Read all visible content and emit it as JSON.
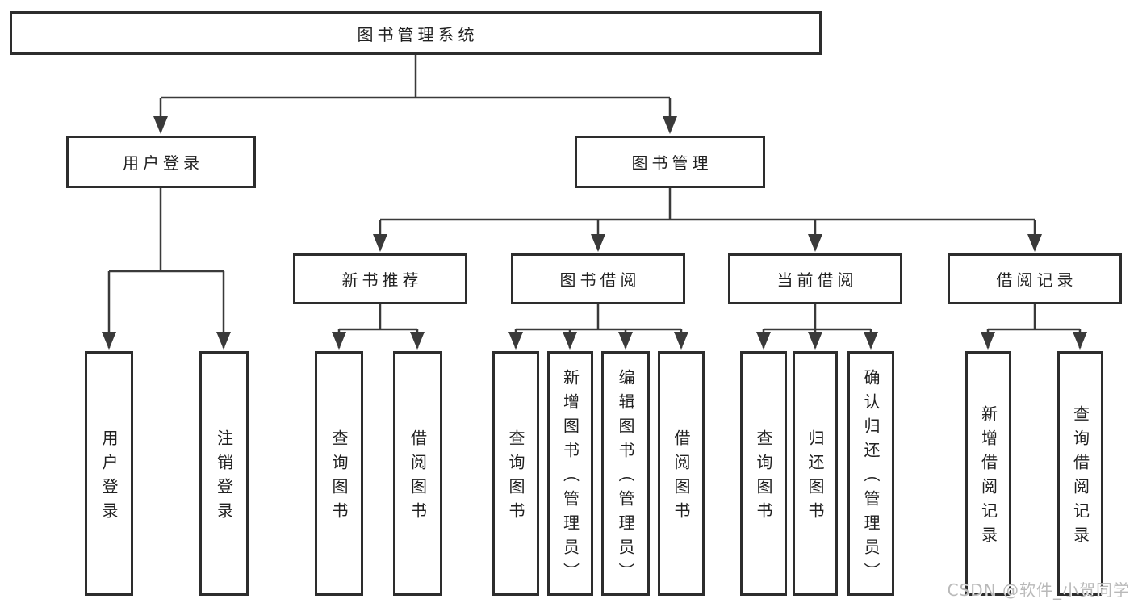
{
  "colors": {
    "line": "#3a3a3a",
    "box_border": "#2d2d2d",
    "text": "#212121",
    "watermark": "#b9b9b9",
    "background": "#ffffff"
  },
  "diagram": {
    "type": "hierarchy-tree",
    "root": {
      "label": "图书管理系统"
    },
    "level2": [
      {
        "label": "用户登录",
        "parent": "图书管理系统"
      },
      {
        "label": "图书管理",
        "parent": "图书管理系统"
      }
    ],
    "level3": [
      {
        "label": "新书推荐",
        "parent": "图书管理"
      },
      {
        "label": "图书借阅",
        "parent": "图书管理"
      },
      {
        "label": "当前借阅",
        "parent": "图书管理"
      },
      {
        "label": "借阅记录",
        "parent": "图书管理"
      }
    ],
    "level4": [
      {
        "label": "用户登录",
        "parent": "用户登录"
      },
      {
        "label": "注销登录",
        "parent": "用户登录"
      },
      {
        "label": "查询图书",
        "parent": "新书推荐"
      },
      {
        "label": "借阅图书",
        "parent": "新书推荐"
      },
      {
        "label": "查询图书",
        "parent": "图书借阅"
      },
      {
        "label": "新增图书（管理员）",
        "parent": "图书借阅"
      },
      {
        "label": "编辑图书（管理员）",
        "parent": "图书借阅"
      },
      {
        "label": "借阅图书",
        "parent": "图书借阅"
      },
      {
        "label": "查询图书",
        "parent": "当前借阅"
      },
      {
        "label": "归还图书",
        "parent": "当前借阅"
      },
      {
        "label": "确认归还（管理员）",
        "parent": "当前借阅"
      },
      {
        "label": "新增借阅记录",
        "parent": "借阅记录"
      },
      {
        "label": "查询借阅记录",
        "parent": "借阅记录"
      }
    ]
  },
  "watermark": {
    "text": "CSDN @软件_小贺同学"
  }
}
